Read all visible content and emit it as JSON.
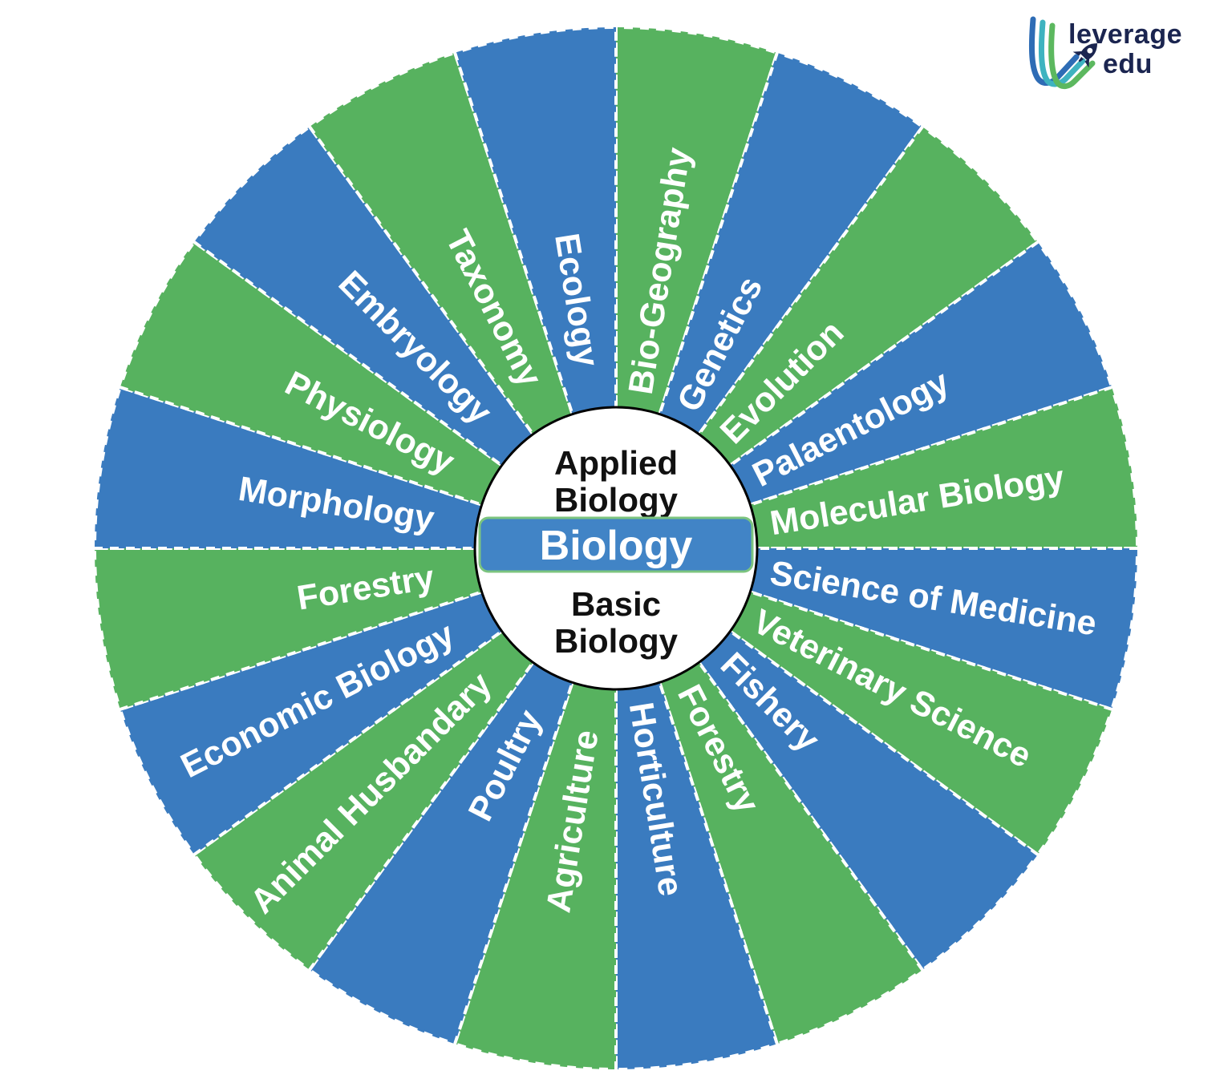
{
  "title": "Branches of Biology wheel",
  "center": {
    "top_line1": "Applied",
    "top_line2": "Biology",
    "middle_label": "Biology",
    "bottom_line1": "Basic",
    "bottom_line2": "Biology"
  },
  "wheel": {
    "segments": [
      {
        "label": "Bio-Geography",
        "color": "green"
      },
      {
        "label": "Genetics",
        "color": "blue"
      },
      {
        "label": "Evolution",
        "color": "green"
      },
      {
        "label": "Palaentology",
        "color": "blue"
      },
      {
        "label": "Molecular Biology",
        "color": "green"
      },
      {
        "label": "Science of Medicine",
        "color": "blue"
      },
      {
        "label": "Veterinary Science",
        "color": "green"
      },
      {
        "label": "Fishery",
        "color": "blue"
      },
      {
        "label": "Forestry",
        "color": "green"
      },
      {
        "label": "Horticulture",
        "color": "blue"
      },
      {
        "label": "Agriculture",
        "color": "green"
      },
      {
        "label": "Poultry",
        "color": "blue"
      },
      {
        "label": "Animal Husbandary",
        "color": "green"
      },
      {
        "label": "Economic Biology",
        "color": "blue"
      },
      {
        "label": "Forestry",
        "color": "green"
      },
      {
        "label": "Morphology",
        "color": "blue"
      },
      {
        "label": "Physiology",
        "color": "green"
      },
      {
        "label": "Embryology",
        "color": "blue"
      },
      {
        "label": "Taxonomy",
        "color": "green"
      },
      {
        "label": "Ecology",
        "color": "blue"
      }
    ]
  },
  "logo": {
    "line1": "leverage",
    "line2": "edu"
  },
  "colors": {
    "segment_green": "#57b25f",
    "segment_blue": "#3a7bbf",
    "separator_white": "#ffffff",
    "label_text": "#ffffff",
    "center_circle_fill": "#ffffff",
    "center_circle_outline": "#000000",
    "center_text": "#111111",
    "band_fill": "#4184c6",
    "band_border": "#7cc47f",
    "logo_navy": "#1b2550",
    "logo_stripe_blue": "#2e6cb5",
    "logo_stripe_teal": "#3eb3c0",
    "logo_stripe_green": "#5cb85f"
  }
}
